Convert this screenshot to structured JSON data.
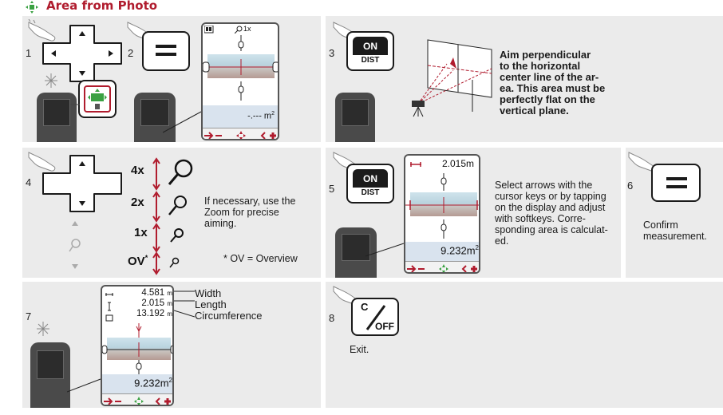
{
  "title": "Area from Photo",
  "steps": {
    "s1": {
      "num": "1"
    },
    "s2": {
      "num": "2",
      "zoom": "1x",
      "value": "-.--- m",
      "unit_sup": "2"
    },
    "s3": {
      "num": "3",
      "key_top": "ON",
      "key_bottom": "DIST",
      "text": [
        "Aim perpendicular",
        "to the horizontal",
        "center line of the ar-",
        "ea. This area must be",
        "perfectly flat on the",
        "vertical plane."
      ]
    },
    "s4": {
      "num": "4",
      "zoom_levels": [
        "4x",
        "2x",
        "1x",
        "OV"
      ],
      "ov_mark": "*",
      "text": [
        "If necessary, use the",
        "Zoom for precise",
        "aiming."
      ],
      "footnote": "* OV = Overview"
    },
    "s5": {
      "num": "5",
      "key_top": "ON",
      "key_bottom": "DIST",
      "top_value": "2.015m",
      "area_value": "9.232m",
      "unit_sup": "2",
      "text": [
        "Select arrows with the",
        "cursor keys or by tapping",
        "on the display and adjust",
        "with softkeys. Corre-",
        "sponding area is calculat-",
        "ed."
      ]
    },
    "s6": {
      "num": "6",
      "text": [
        "Confirm",
        "measurement."
      ]
    },
    "s7": {
      "num": "7",
      "rows": [
        {
          "value": "4.581",
          "unit": "m",
          "label": "Width"
        },
        {
          "value": "2.015",
          "unit": "m",
          "label": "Length"
        },
        {
          "value": "13.192",
          "unit": "m",
          "label": "Circumference"
        }
      ],
      "area_value": "9.232m",
      "unit_sup": "2"
    },
    "s8": {
      "num": "8",
      "key_top": "C",
      "key_bottom": "OFF",
      "text": "Exit."
    }
  },
  "colors": {
    "accent": "#b01c2e",
    "panel": "#ebebeb",
    "green": "#3aa142"
  }
}
